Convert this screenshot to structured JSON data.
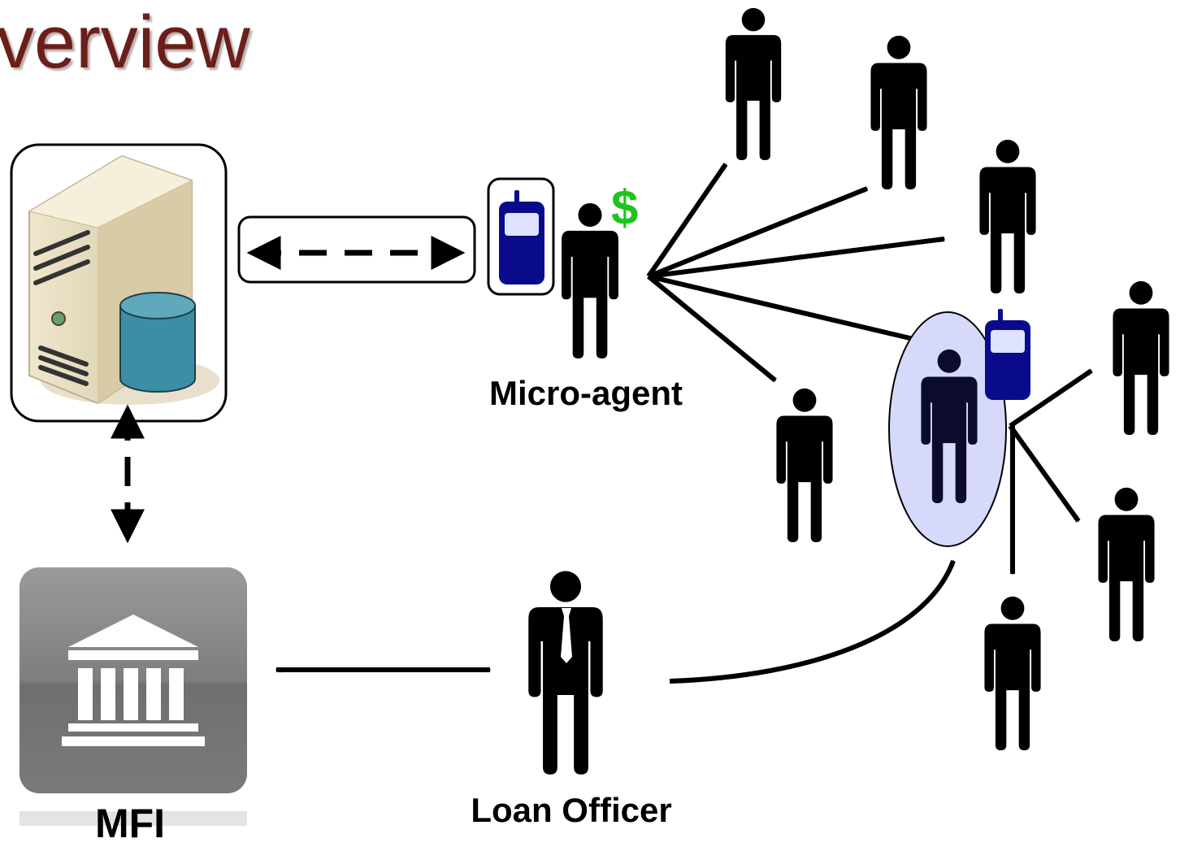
{
  "title": "verview",
  "labels": {
    "micro_agent": "Micro-agent",
    "loan_officer": "Loan Officer",
    "mfi": "MFI",
    "currency": "$"
  },
  "icons": {
    "server": "server-database-icon",
    "phone": "mobile-phone-icon",
    "bank": "bank-building-icon",
    "person": "person-icon",
    "officer": "loan-officer-icon"
  },
  "colors": {
    "title": "#6b1f1a",
    "dollar": "#1ec31e",
    "phone": "#0a0a8c",
    "database": "#3b8ea4",
    "highlight_ellipse": "#d7d9fb",
    "bank_tile": "#7f7f7f"
  }
}
